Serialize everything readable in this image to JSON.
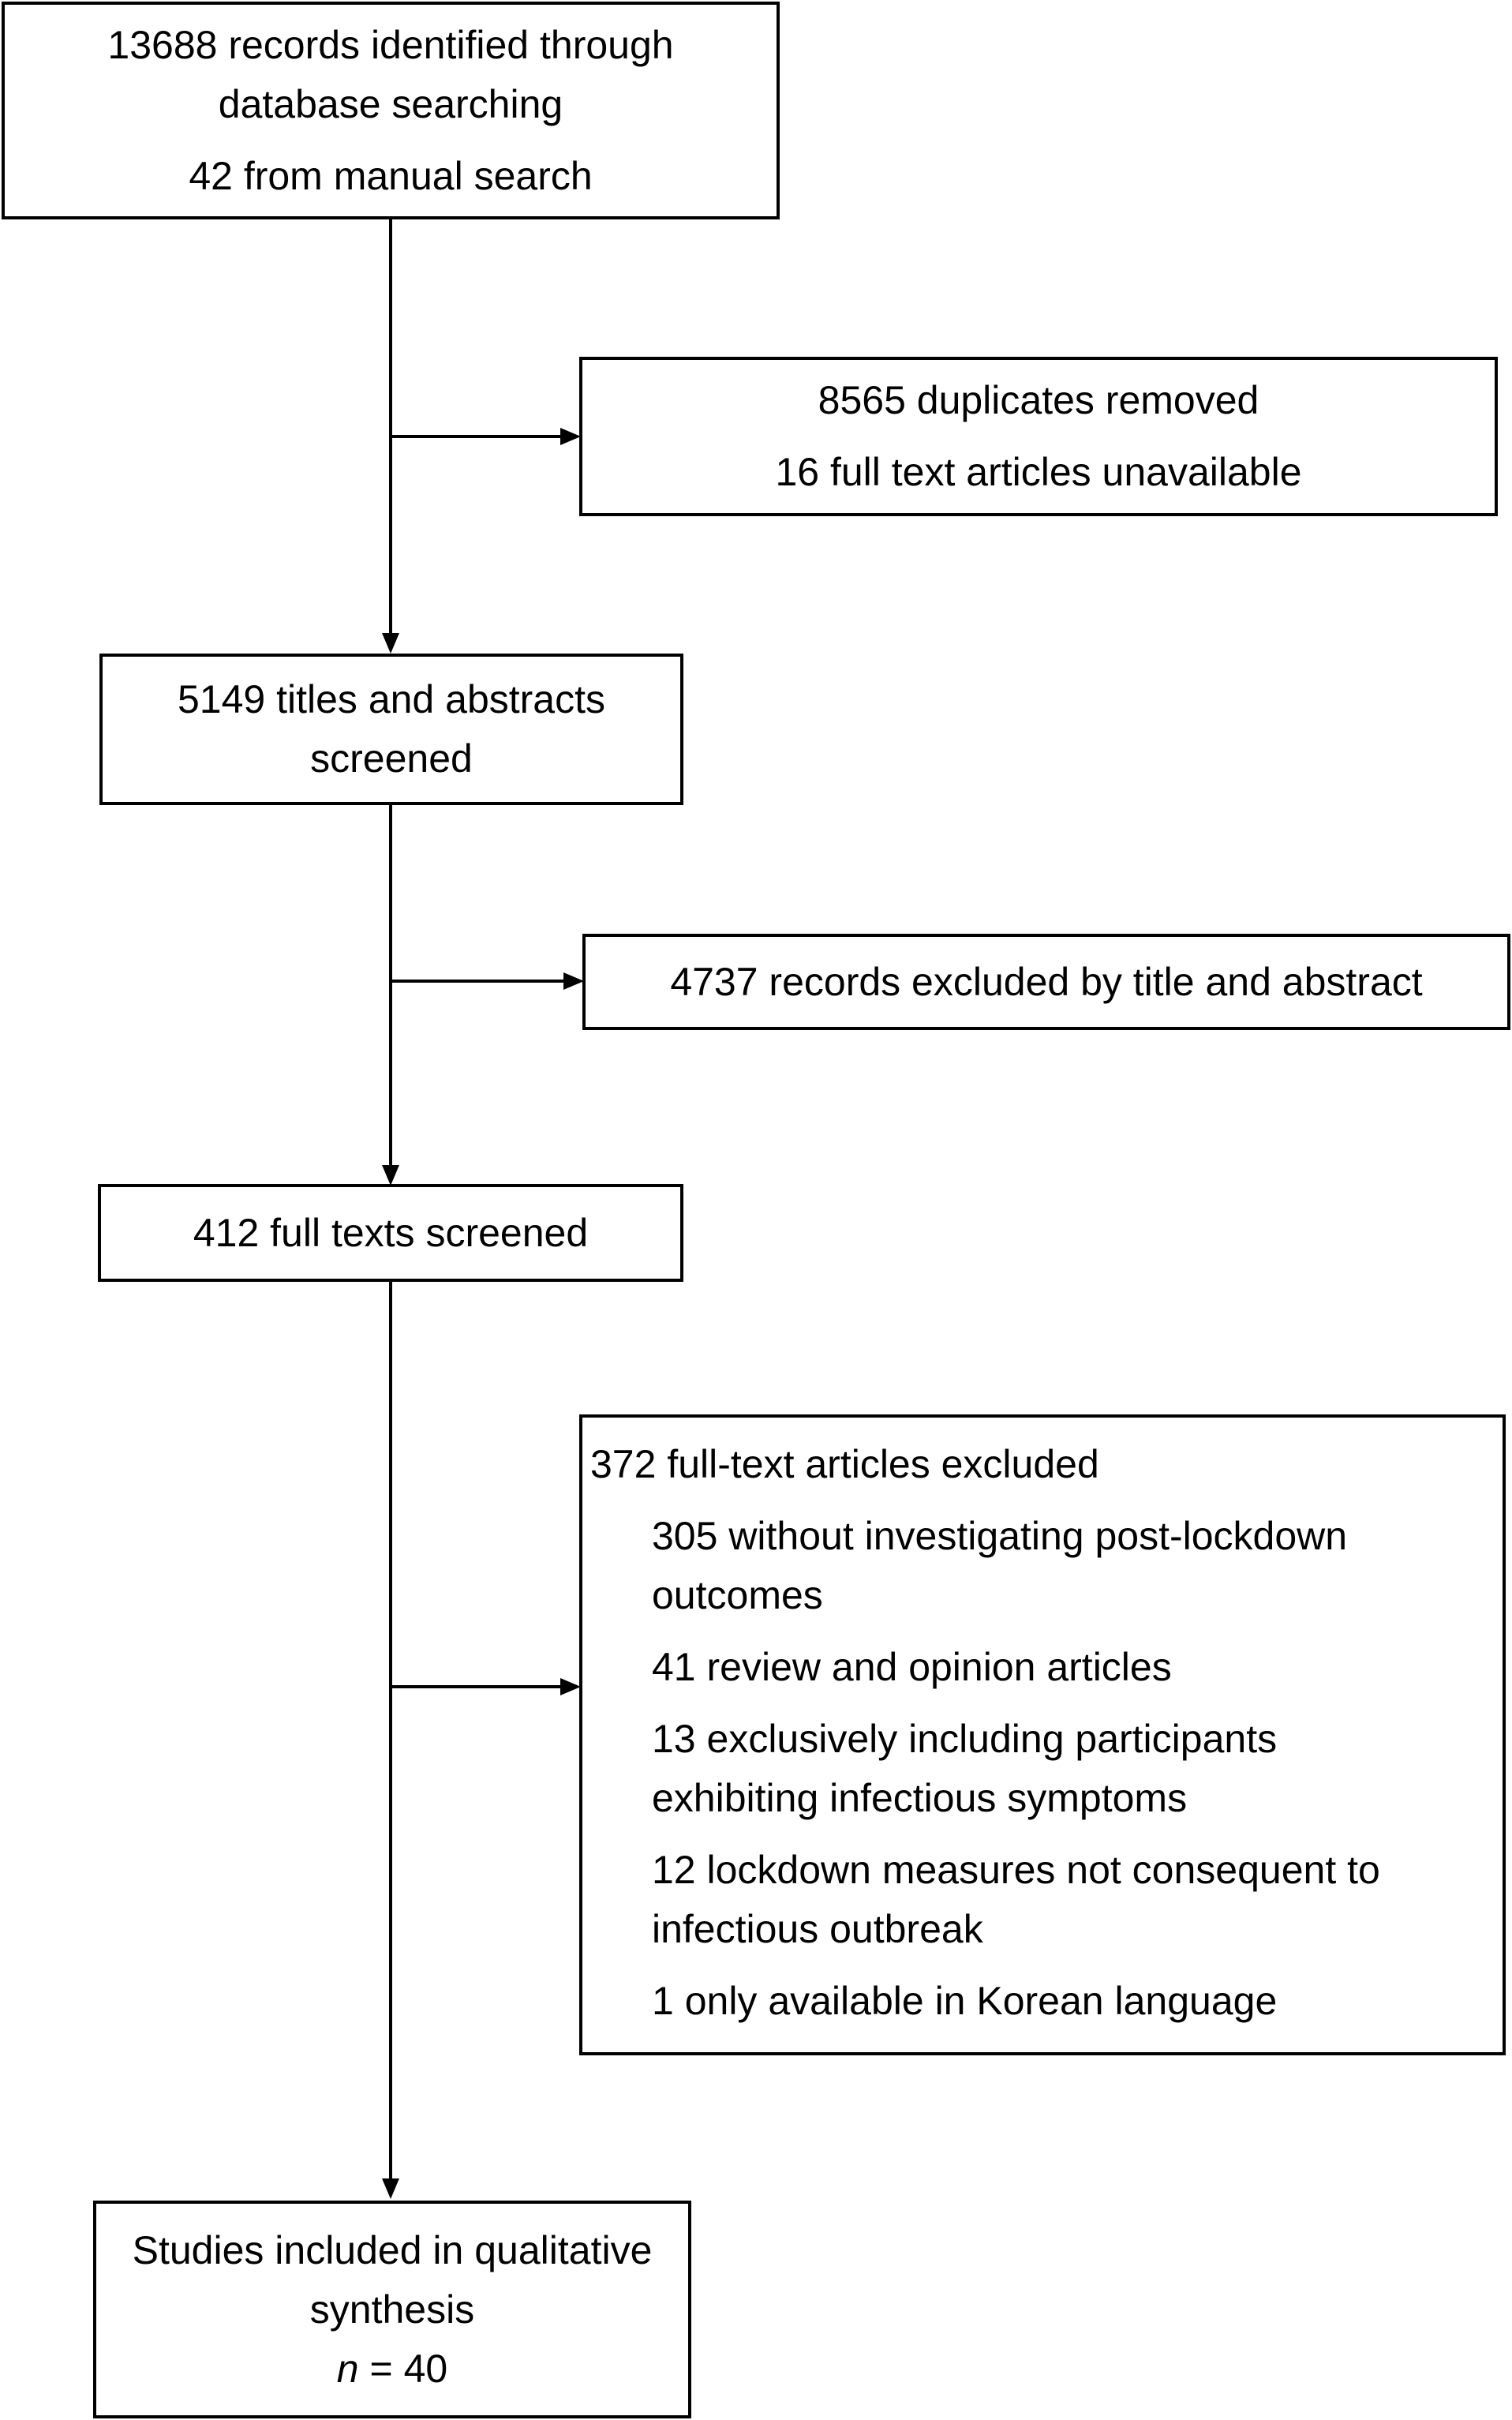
{
  "flow": {
    "identified": {
      "line1": "13688 records identified through",
      "line2": "database searching",
      "line3": "42 from manual search"
    },
    "removed": {
      "line1": "8565 duplicates removed",
      "line2": "16 full text articles unavailable"
    },
    "screened": {
      "line1": "5149 titles and abstracts",
      "line2": "screened"
    },
    "excluded_title": {
      "line1": "4737 records excluded by title and abstract"
    },
    "full_texts": {
      "line1": "412 full texts screened"
    },
    "full_text_excluded": {
      "title": "372 full-text articles excluded",
      "items": [
        {
          "line1": "305 without investigating post-lockdown",
          "line2": "outcomes"
        },
        {
          "line1": "41 review and opinion articles",
          "line2": ""
        },
        {
          "line1": "13 exclusively including participants",
          "line2": "exhibiting infectious symptoms"
        },
        {
          "line1": "12 lockdown measures not consequent to",
          "line2": "infectious outbreak"
        },
        {
          "line1": "1 only available in Korean language",
          "line2": ""
        }
      ]
    },
    "included": {
      "line1": "Studies included in qualitative",
      "line2": "synthesis",
      "n_symbol": "n",
      "n_value": "= 40"
    }
  }
}
